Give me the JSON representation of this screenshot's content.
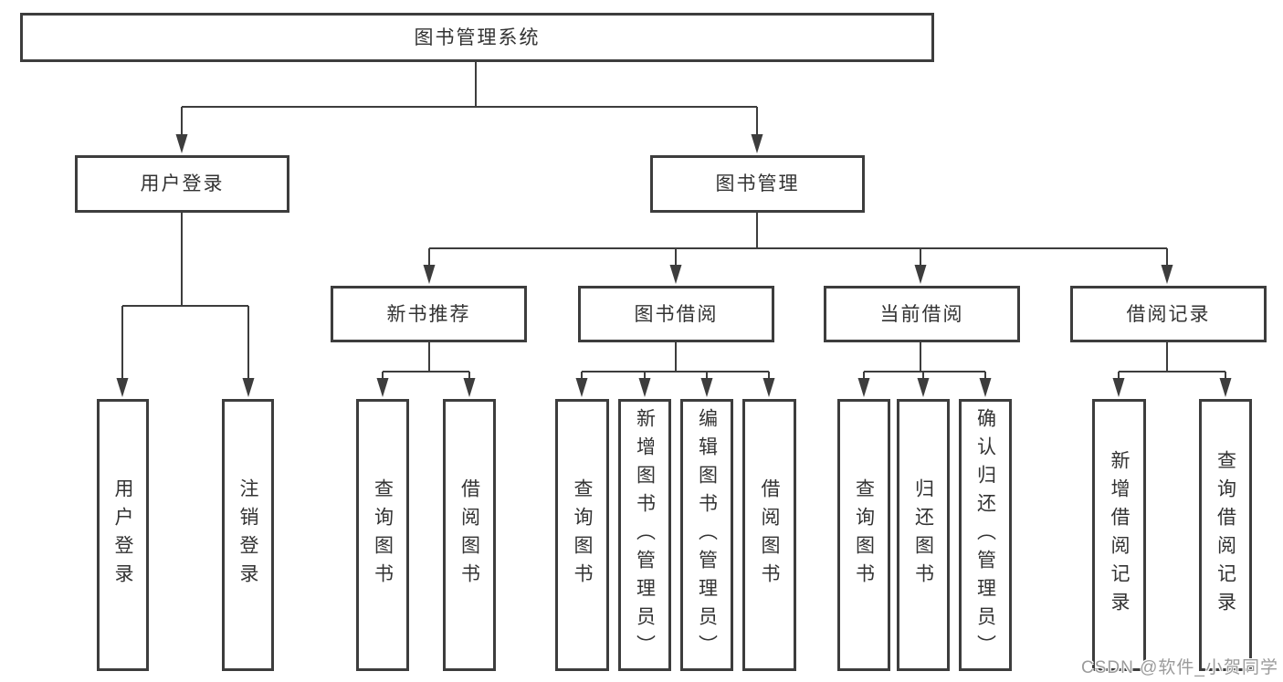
{
  "diagram": {
    "root": {
      "label": "图书管理系统"
    },
    "level2": [
      {
        "label": "用户登录"
      },
      {
        "label": "图书管理"
      }
    ],
    "level3": [
      {
        "label": "新书推荐"
      },
      {
        "label": "图书借阅"
      },
      {
        "label": "当前借阅"
      },
      {
        "label": "借阅记录"
      }
    ],
    "leaves": [
      {
        "label": "用户登录"
      },
      {
        "label": "注销登录"
      },
      {
        "label": "查询图书"
      },
      {
        "label": "借阅图书"
      },
      {
        "label": "查询图书"
      },
      {
        "label": "新增图书（管理员）"
      },
      {
        "label": "编辑图书（管理员）"
      },
      {
        "label": "借阅图书"
      },
      {
        "label": "查询图书"
      },
      {
        "label": "归还图书"
      },
      {
        "label": "确认归还（管理员）"
      },
      {
        "label": "新增借阅记录"
      },
      {
        "label": "查询借阅记录"
      }
    ]
  },
  "watermark": {
    "text": "CSDN @软件_小贺同学"
  },
  "colors": {
    "box_border": "#3d3d3d",
    "connector": "#3d3d3d",
    "text": "#333333",
    "watermark_text": "#9b9b9b",
    "background": "#ffffff"
  }
}
